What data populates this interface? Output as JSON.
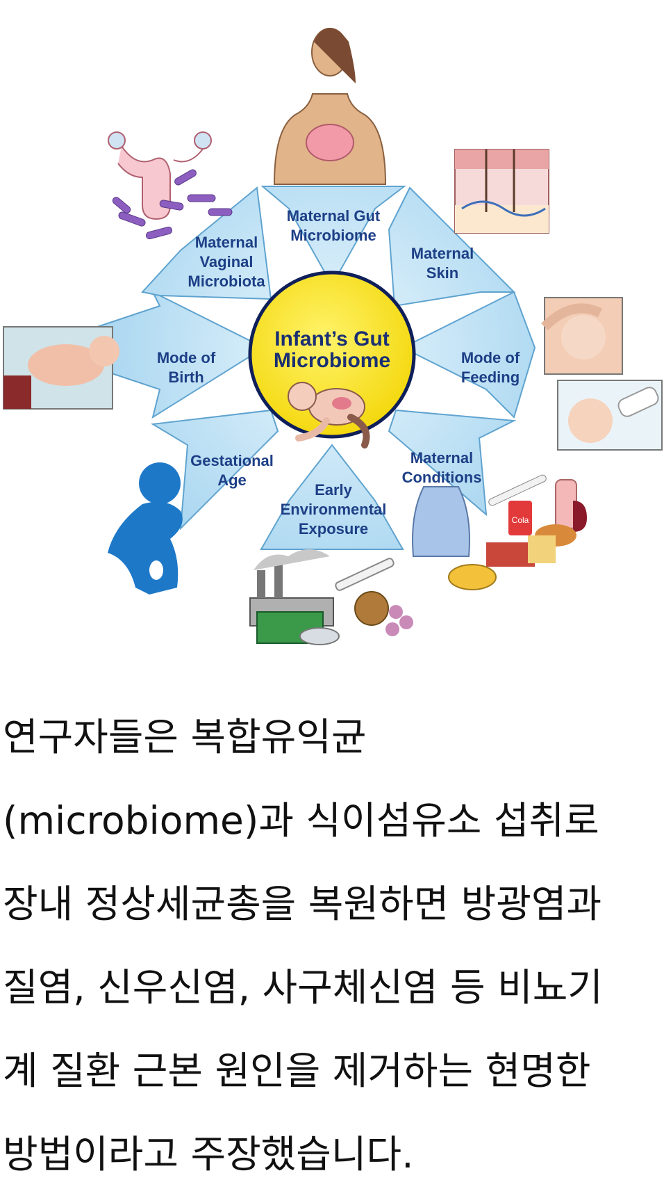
{
  "diagram": {
    "center": {
      "line1": "Infant’s Gut",
      "line2": "Microbiome"
    },
    "factors": {
      "maternal_gut": {
        "line1": "Maternal Gut",
        "line2": "Microbiome"
      },
      "maternal_skin": {
        "line1": "Maternal",
        "line2": "Skin"
      },
      "mode_of_feeding": {
        "line1": "Mode of",
        "line2": "Feeding"
      },
      "maternal_conditions": {
        "line1": "Maternal",
        "line2": "Conditions"
      },
      "early_environmental_exposure": {
        "line1": "Early",
        "line2": "Environmental",
        "line3": "Exposure"
      },
      "gestational_age": {
        "line1": "Gestational",
        "line2": "Age"
      },
      "mode_of_birth": {
        "line1": "Mode of",
        "line2": "Birth"
      },
      "maternal_vaginal_microbiota": {
        "line1": "Maternal",
        "line2": "Vaginal",
        "line3": "Microbiota"
      }
    },
    "illustrations": {
      "cola_can": "Cola"
    },
    "colors": {
      "arrow_fill": "#bfe3f6",
      "arrow_stroke": "#6aaed6",
      "center_fill": "#f7e01a",
      "label_text": "#1d3f86"
    }
  },
  "caption": {
    "lines": [
      "연구자들은 복합유익균",
      "(microbiome)과 식이섬유소 섭취로",
      "장내 정상세균총을 복원하면 방광염과",
      "질염, 신우신염, 사구체신염 등 비뇨기",
      "계 질환 근본 원인을 제거하는 현명한",
      "방법이라고 주장했습니다."
    ]
  }
}
